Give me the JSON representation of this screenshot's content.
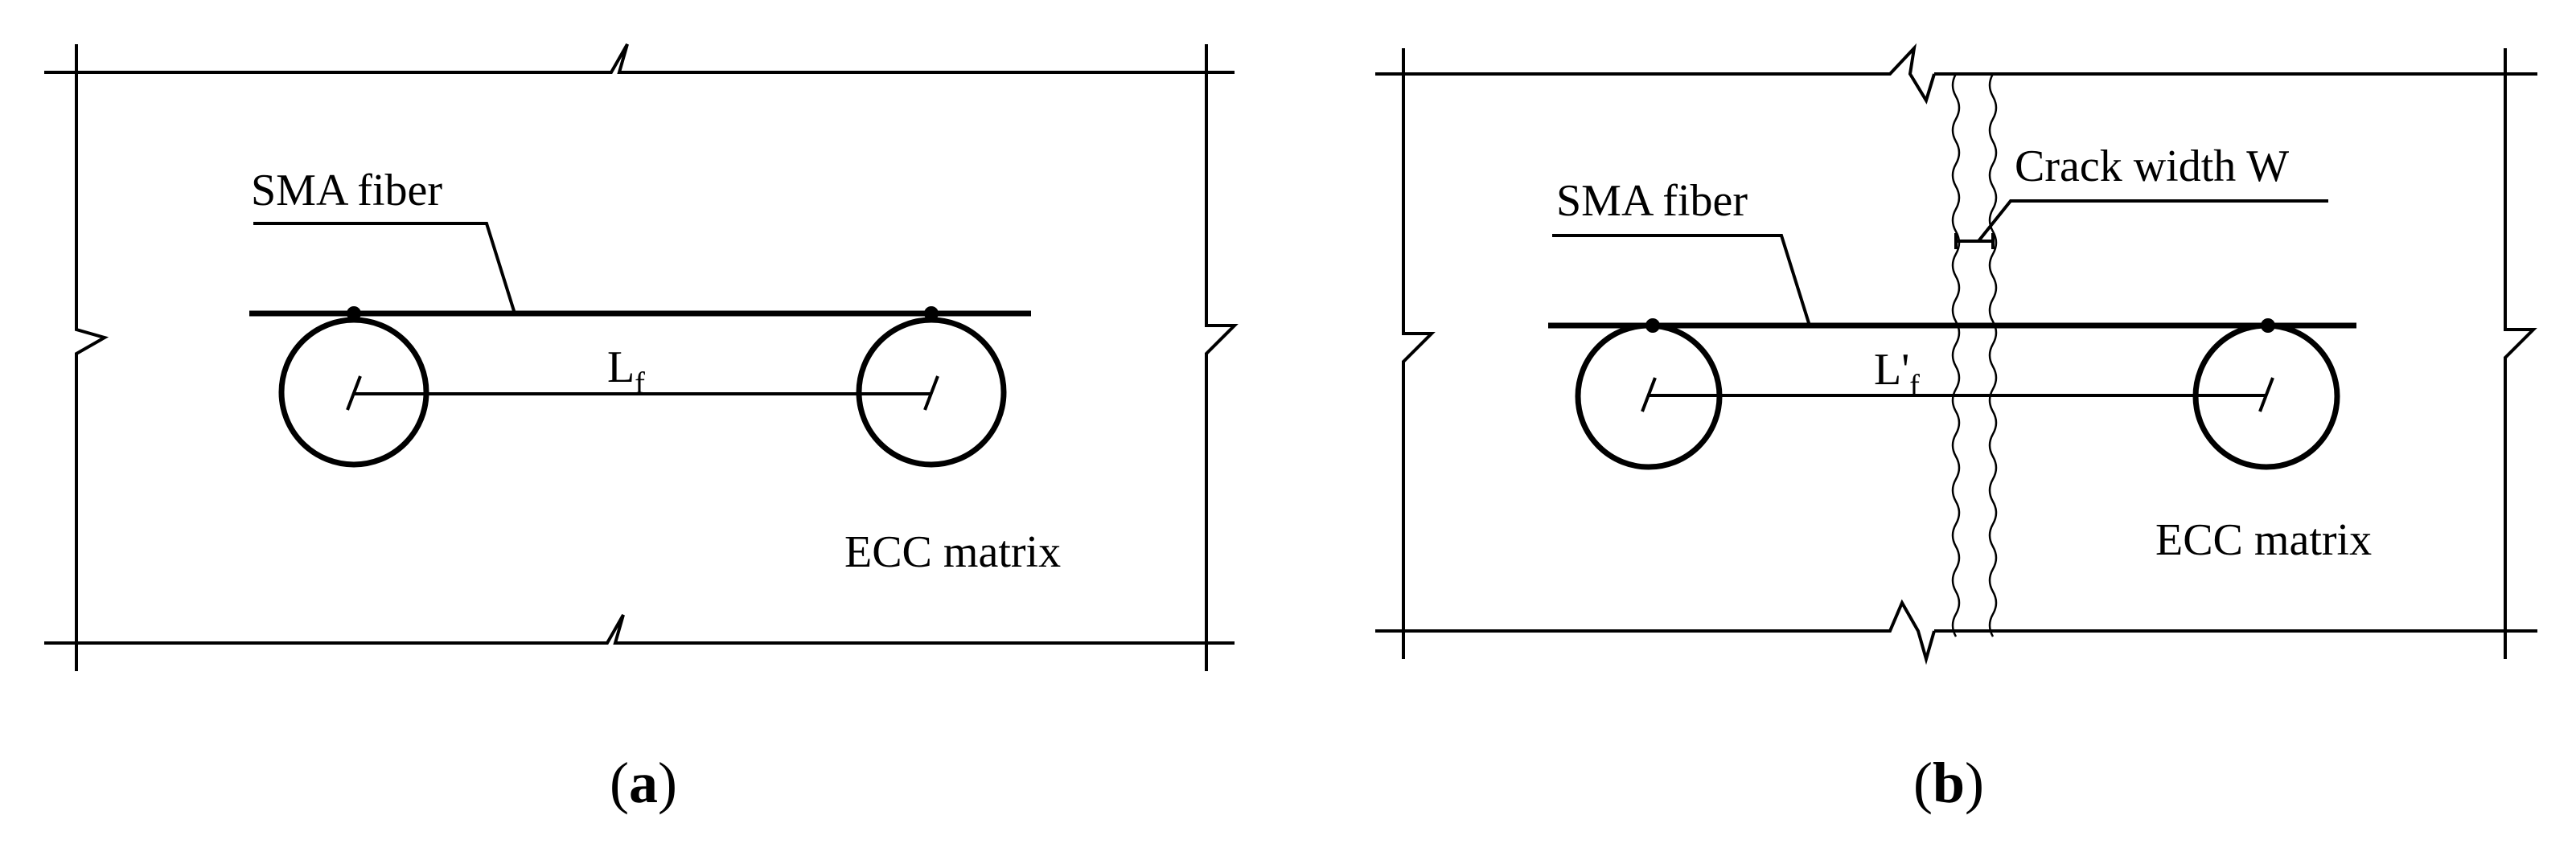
{
  "panels": [
    {
      "id": "a",
      "fiber_label": "SMA fiber",
      "length_symbol": "L",
      "length_subscript": "f",
      "matrix_label": "ECC matrix",
      "panel_letter": "a"
    },
    {
      "id": "b",
      "fiber_label": "SMA fiber",
      "crack_label": "Crack width W",
      "length_symbol": "L'",
      "length_subscript": "f",
      "matrix_label": "ECC matrix",
      "panel_letter": "b"
    }
  ],
  "paren_open": "(",
  "paren_close": ")"
}
